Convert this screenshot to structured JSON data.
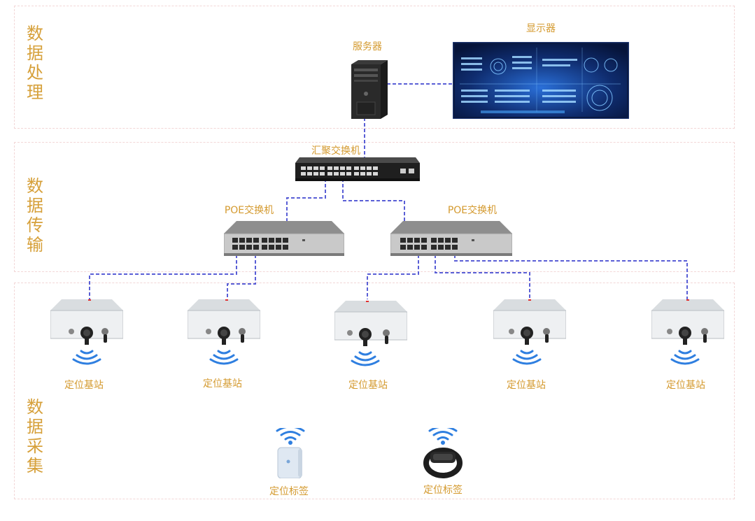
{
  "zones": {
    "processing": "数据处理",
    "transmission": "数据传输",
    "collection": "数据采集"
  },
  "labels": {
    "server": "服务器",
    "display": "显示器",
    "core_switch": "汇聚交换机",
    "poe_switch_1": "POE交换机",
    "poe_switch_2": "POE交换机",
    "station_1": "定位基站",
    "station_2": "定位基站",
    "station_3": "定位基站",
    "station_4": "定位基站",
    "station_5": "定位基站",
    "tag_1": "定位标签",
    "tag_2": "定位标签"
  },
  "colors": {
    "link": "#5a5fd6",
    "label": "#d49a2f",
    "zone_border": "#f2d6d6",
    "wifi": "#2f7fe0"
  }
}
